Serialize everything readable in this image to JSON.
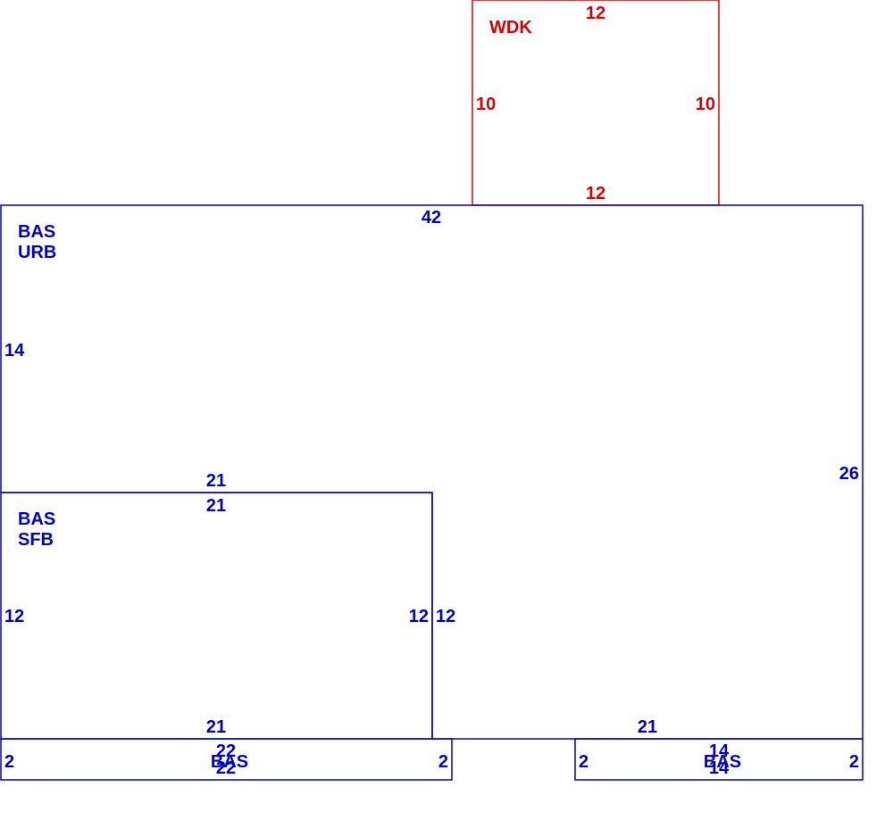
{
  "colors": {
    "living": "#0000cc",
    "deck": "#dd0000",
    "background": "#ffffff"
  },
  "areas": {
    "wdk": {
      "code": "WDK",
      "dims": {
        "top": "12",
        "bottom": "12",
        "left": "10",
        "right": "10"
      }
    },
    "bas_urb": {
      "code": "BAS",
      "subcode": "URB",
      "dims": {
        "top": "42",
        "left": "14",
        "right": "26",
        "notch_top": "21",
        "notch_side": "12",
        "bottom": "21"
      }
    },
    "bas_sfb": {
      "code": "BAS",
      "subcode": "SFB",
      "dims": {
        "top": "21",
        "left": "12",
        "right": "12",
        "bottom": "21"
      }
    },
    "bas_left_strip": {
      "code": "BAS",
      "dims": {
        "top": "22",
        "bottom": "22",
        "left": "2",
        "right": "2"
      }
    },
    "bas_right_strip": {
      "code": "BAS",
      "dims": {
        "top": "14",
        "bottom": "14",
        "left": "2",
        "right": "2"
      }
    }
  }
}
